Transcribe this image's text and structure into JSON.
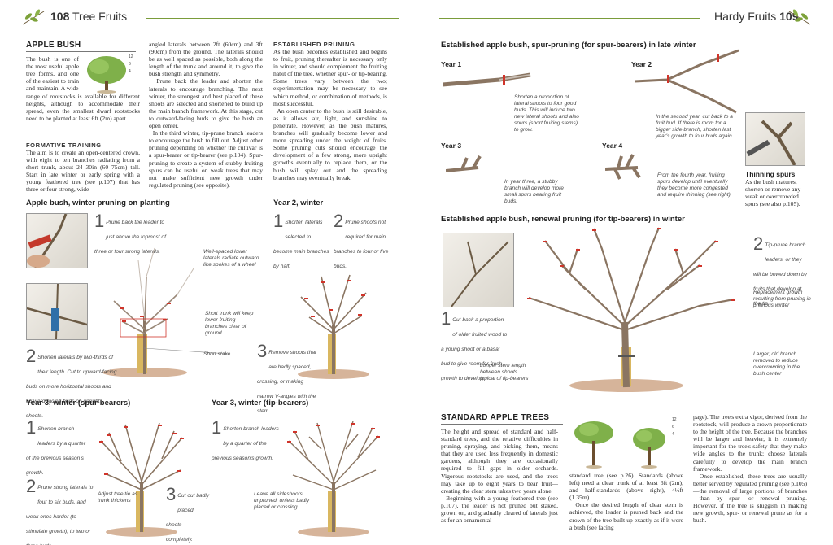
{
  "left_header": {
    "page": "108",
    "title": "Tree Fruits"
  },
  "right_header": {
    "title": "Hardy Fruits",
    "page": "109"
  },
  "apple_bush": {
    "heading": "APPLE BUSH",
    "intro": "The bush is one of the most useful apple tree forms, and one of the easiest to train and maintain. A wide range of rootstocks is available for different heights, although to accommodate their spread, even the smallest dwarf rootstocks need to be planted at least 6ft (2m) apart.",
    "scale": [
      "6",
      "12",
      "ft",
      "4",
      "m"
    ],
    "formative_heading": "FORMATIVE TRAINING",
    "formative_text": "The aim is to create an open-centered crown, with eight to ten branches radiating from a short trunk, about 24–30in (60–75cm) tall. Start in late winter or early spring with a young feathered tree (see p.107) that has three or four strong, wide-",
    "col2_text": "angled laterals between 2ft (60cm) and 3ft (90cm) from the ground. The laterals should be as well spaced as possible, both along the length of the trunk and around it, to give the bush strength and symmetry.",
    "col2_p2": "Prune back the leader and shorten the laterals to encourage branching. The next winter, the strongest and best placed of these shoots are selected and shortened to build up the main branch framework. At this stage, cut to outward-facing buds to give the bush an open center.",
    "col2_p3": "In the third winter, tip-prune branch leaders to encourage the bush to fill out. Adjust other pruning depending on whether the cultivar is a spur-bearer or tip-bearer (see p.104). Spur-pruning to create a system of stubby fruiting spurs can be useful on weak trees that may not make sufficient new growth under regulated pruning (see opposite).",
    "est_heading": "ESTABLISHED PRUNING",
    "est_p1": "As the bush becomes established and begins to fruit, pruning thereafter is necessary only in winter, and should complement the fruiting habit of the tree, whether spur- or tip-bearing. Some trees vary between the two; experimentation may be necessary to see which method, or combination of methods, is most successful.",
    "est_p2": "An open center to the bush is still desirable, as it allows air, light, and sunshine to penetrate. However, as the bush matures, branches will gradually become lower and more spreading under the weight of fruits. Some pruning cuts should encourage the development of a few strong, more upright growths eventually to replace them, or the bush will splay out and the spreading branches may eventually break."
  },
  "planting": {
    "heading": "Apple bush, winter pruning on planting",
    "step1_num": "1",
    "step1": "Prune back the leader to just above the topmost of three or four strong laterals.",
    "note_spaced": "Well-spaced lower laterals radiate outward like spokes of a wheel",
    "note_trunk": "Short trunk will keep lower fruiting branches clear of ground",
    "note_stake": "Short stake",
    "step2_num": "2",
    "step2": "Shorten laterals by two-thirds of their length. Cut to upward-facing buds on more horizontal shoots and outward-facing buds on upright shoots."
  },
  "year2": {
    "heading": "Year 2, winter",
    "s1_num": "1",
    "s1": "Shorten laterals selected to become main branches by half.",
    "s2_num": "2",
    "s2": "Prune shoots not required for main branches to four or five buds.",
    "s3_num": "3",
    "s3": "Remove shoots that are badly spaced, crossing, or making narrow V-angles with the stem."
  },
  "year3_spur": {
    "heading": "Year 3, winter (spur-bearers)",
    "s1_num": "1",
    "s1": "Shorten branch leaders by a quarter of the previous season's growth.",
    "s2_num": "2",
    "s2": "Prune strong laterals to four to six buds, and weak ones harder (to stimulate growth), to two or three buds.",
    "note_tie": "Adjust tree tie as trunk thickens",
    "s3_num": "3",
    "s3": "Cut out badly placed shoots completely."
  },
  "year3_tip": {
    "heading": "Year 3, winter (tip-bearers)",
    "s1_num": "1",
    "s1": "Shorten branch leaders by a quarter of the previous season's growth.",
    "note": "Leave all sideshoots unpruned, unless badly placed or crossing."
  },
  "spur_pruning": {
    "heading": "Established apple bush, spur-pruning (for spur-bearers) in late winter",
    "y1": "Year 1",
    "y1_note": "Shorten a proportion of lateral shoots to four good buds. This will induce two new lateral shoots and also spurs (short fruiting stems) to grow.",
    "y2": "Year 2",
    "y2_note": "In the second year, cut back to a fruit bud. If there is room for a bigger side-branch, shorten last year's growth to four buds again.",
    "y3": "Year 3",
    "y3_note": "In year three, a stubby branch will develop more small spurs bearing fruit buds.",
    "y4": "Year 4",
    "y4_note": "From the fourth year, fruiting spurs develop until eventually they become more congested and require thinning (see right).",
    "thin_heading": "Thinning spurs",
    "thin_text": "As the bush matures, shorten or remove any weak or overcrowded spurs (see also p.105)."
  },
  "renewal": {
    "heading": "Established apple bush, renewal pruning (for tip-bearers) in winter",
    "s1_num": "1",
    "s1": "Cut back a proportion of older fruited wood to a young shoot or a basal bud to give room for fresh growth to develop.",
    "s2_num": "2",
    "s2": "Tip-prune branch leaders, or they will be bowed down by fruits that develop at the tip.",
    "note_longer": "Longer stem length between shoots typical of tip-bearers",
    "note_replace": "Replacement growth resulting from pruning in previous winter",
    "note_old": "Larger, old branch removed to reduce overcrowding in the bush center"
  },
  "standard": {
    "heading": "STANDARD APPLE TREES",
    "scale": [
      "12",
      "ft",
      "6",
      "4",
      "m",
      "2"
    ],
    "p1": "The height and spread of standard and half-standard trees, and the relative difficulties in pruning, spraying, and picking them, means that they are used less frequently in domestic gardens, although they are occasionally required to fill gaps in older orchards. Vigorous rootstocks are used, and the trees may take up to eight years to bear fruit—creating the clear stem takes two years alone.",
    "p2": "Beginning with a young feathered tree (see p.107), the leader is not pruned but staked, grown on, and gradually cleared of laterals just as for an ornamental",
    "col2": "standard tree (see p.26). Standards (above left) need a clear trunk of at least 6ft (2m), and half-standards (above right), 4½ft (1.35m).",
    "col2_p2": "Once the desired length of clear stem is achieved, the leader is pruned back and the crown of the tree built up exactly as if it were a bush (see facing",
    "col3": "page). The tree's extra vigor, derived from the rootstock, will produce a crown proportionate to the height of the tree. Because the branches will be larger and heavier, it is extremely important for the tree's safety that they make wide angles to the trunk; choose laterals carefully to develop the main branch framework.",
    "col3_p2": "Once established, these trees are usually better served by regulated pruning (see p.105)—the removal of large portions of branches—than by spur- or renewal pruning. However, if the tree is sluggish in making new growth, spur- or renewal prune as for a bush."
  }
}
